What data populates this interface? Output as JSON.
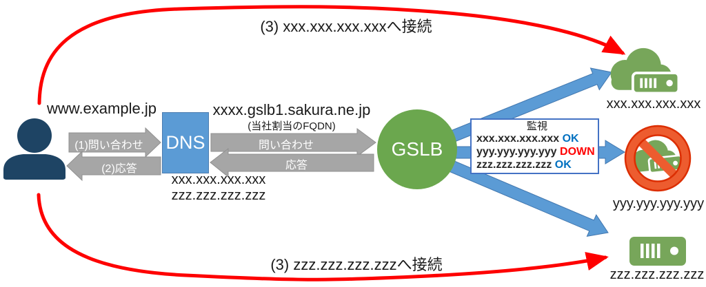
{
  "diagram": {
    "title_flow_top": "(3) xxx.xxx.xxx.xxxへ接続",
    "title_flow_bottom": "(3) zzz.zzz.zzz.zzzへ接続",
    "client": {
      "domain": "www.example.jp"
    },
    "dns": {
      "label": "DNS",
      "records": [
        "xxx.xxx.xxx.xxx",
        "zzz.zzz.zzz.zzz"
      ]
    },
    "gslb": {
      "label": "GSLB",
      "fqdn": "xxxx.gslb1.sakura.ne.jp",
      "fqdn_note": "(当社割当のFQDN)"
    },
    "flows": {
      "client_query": "(1)問い合わせ",
      "client_response": "(2)応答",
      "dns_query": "問い合わせ",
      "dns_response": "応答"
    },
    "monitor": {
      "title": "監視",
      "rows": [
        {
          "ip": "xxx.xxx.xxx.xxx",
          "status": "OK"
        },
        {
          "ip": "yyy.yyy.yyy.yyy",
          "status": "DOWN"
        },
        {
          "ip": "zzz.zzz.zzz.zzz",
          "status": "OK"
        }
      ]
    },
    "servers": [
      {
        "ip": "xxx.xxx.xxx.xxx",
        "state": "up"
      },
      {
        "ip": "yyy.yyy.yyy.yyy",
        "state": "down"
      },
      {
        "ip": "zzz.zzz.zzz.zzz",
        "state": "up"
      }
    ],
    "icons": [
      "person-icon",
      "cloud-server-icon",
      "prohibited-cloud-server-icon",
      "server-icon"
    ],
    "colors": {
      "connect_red": "#FE0000",
      "arrow_gray": "#A6A6A6",
      "dns_blue": "#5B9BD5",
      "gslb_green": "#6BA74E",
      "icon_green": "#77A65A",
      "blue_arrow": "#5B9BD5",
      "monitor_border": "#4472C4",
      "status_ok": "#0070C0",
      "status_down": "#FF0000",
      "person_navy": "#1E4464",
      "prohibition_orange": "#ED5C2F",
      "prohibition_red": "#DC2E02"
    }
  }
}
